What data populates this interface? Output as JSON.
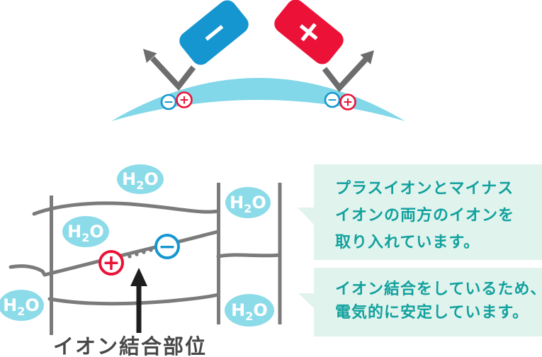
{
  "colors": {
    "blue": "#1596d0",
    "red": "#ec1237",
    "band_blue": "#82d7e8",
    "h2o_blue": "#8cdbe9",
    "chain_gray": "#7b7b7b",
    "bounce_arrow_gray": "#6d6d6d",
    "pointer_black": "#1e1e1e",
    "bond_label_gray": "#484848",
    "callout_bg": "#e1f3ed",
    "callout_text": "#11a19e"
  },
  "top_illustration": {
    "minus_block_symbol": "−",
    "plus_block_symbol": "+",
    "surface_ions": {
      "minus": "−",
      "plus": "+"
    }
  },
  "diagram": {
    "h2o": {
      "h": "H",
      "sub": "2",
      "o": "O"
    },
    "plus_ion_symbol": "+",
    "minus_ion_symbol": "−",
    "bond_label": "イオン結合部位"
  },
  "callouts": {
    "first": {
      "lines": [
        "プラスイオンとマイナス",
        "イオンの両方のイオンを",
        "取り入れています。"
      ]
    },
    "second": {
      "lines": [
        "イオン結合をしているため、",
        "電気的に安定しています。"
      ]
    }
  }
}
